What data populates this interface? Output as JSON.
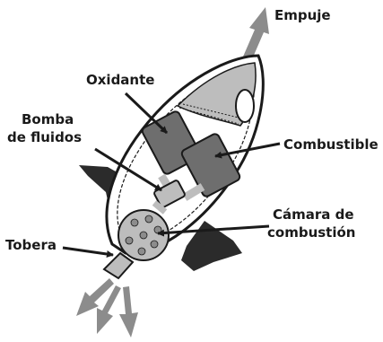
{
  "labels": {
    "thrust": "Empuje",
    "oxidizer": "Oxidante",
    "pump_line1": "Bomba",
    "pump_line2": "de fluidos",
    "fuel": "Combustible",
    "chamber_line1": "Cámara de",
    "chamber_line2": "combustión",
    "nozzle": "Tobera"
  },
  "colors": {
    "outline": "#1a1a1a",
    "tank": "#6e6e6e",
    "light_gray": "#bdbdbd",
    "arrow_gray": "#8c8c8c",
    "fin": "#2b2b2b",
    "background": "#ffffff"
  }
}
